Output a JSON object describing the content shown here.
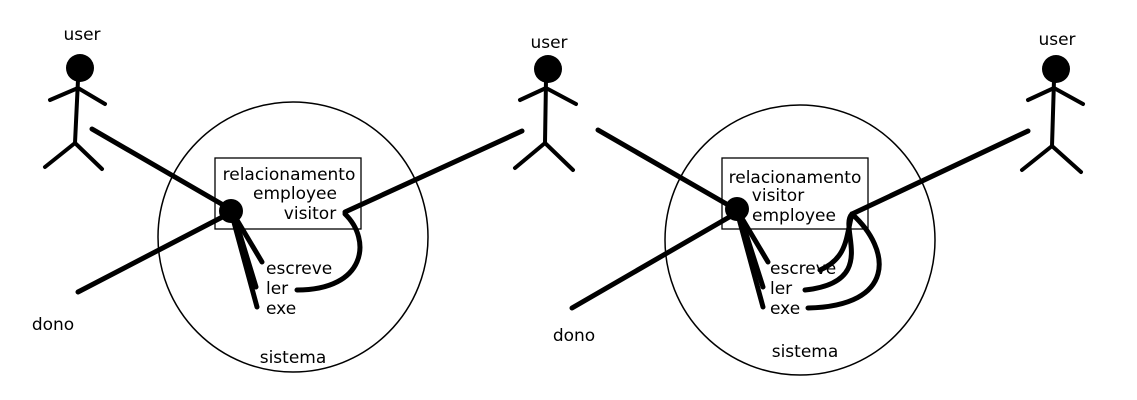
{
  "diagrams": [
    {
      "actors": {
        "user_left": "user",
        "user_right": "user",
        "owner": "dono"
      },
      "box_lines": [
        "relacionamento",
        "employee",
        "visitor"
      ],
      "permissions": [
        "escreve",
        "ler",
        "exe"
      ],
      "system_label": "sistema"
    },
    {
      "actors": {
        "user_left": "user",
        "user_right": "user",
        "owner": "dono"
      },
      "box_lines": [
        "relacionamento",
        "visitor",
        "employee"
      ],
      "permissions": [
        "escreve",
        "ler",
        "exe"
      ],
      "system_label": "sistema"
    }
  ],
  "colors": {
    "ink": "#000000",
    "background": "#ffffff"
  }
}
